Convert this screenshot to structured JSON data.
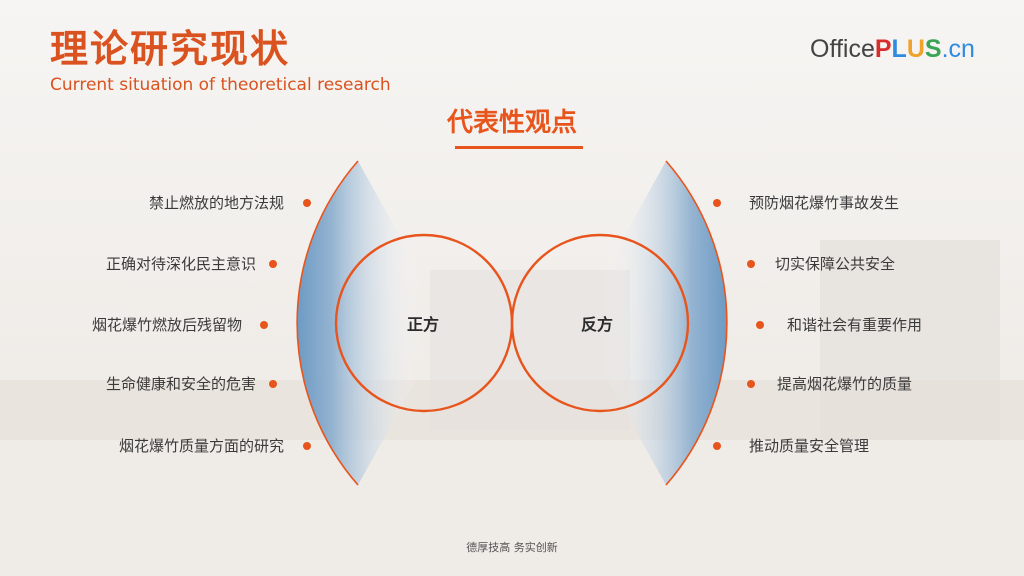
{
  "header": {
    "title": "理论研究现状",
    "subtitle": "Current situation of theoretical research"
  },
  "logo": {
    "part1": "Office",
    "part2": "P",
    "part3": "L",
    "part4": "U",
    "part5": "S",
    "part6": ".cn"
  },
  "section": {
    "heading": "代表性观点"
  },
  "venn": {
    "left_label": "正方",
    "right_label": "反方"
  },
  "left_points": [
    "禁止燃放的地方法规",
    "正确对待深化民主意识",
    "烟花爆竹燃放后残留物",
    "生命健康和安全的危害",
    "烟花爆竹质量方面的研究"
  ],
  "right_points": [
    "预防烟花爆竹事故发生",
    "切实保障公共安全",
    "和谐社会有重要作用",
    "提高烟花爆竹的质量",
    "推动质量安全管理"
  ],
  "footer": {
    "motto": "德厚技高 务实创新"
  },
  "colors": {
    "accent": "#e8551c",
    "fan_blue": "#3f7fb8"
  }
}
